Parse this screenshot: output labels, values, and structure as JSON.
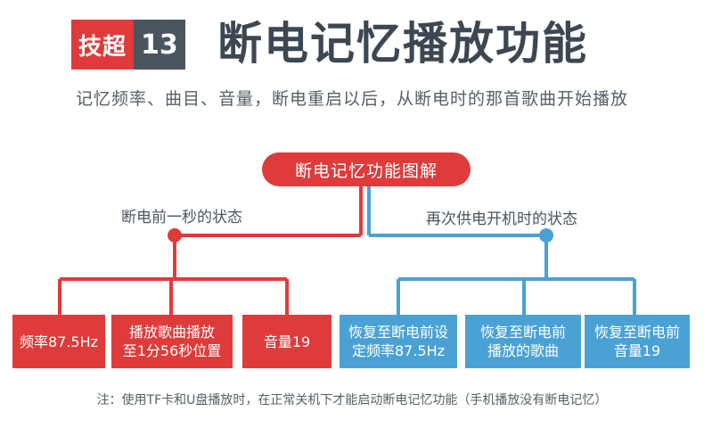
{
  "header": {
    "badge_label": "技超",
    "badge_number": "13",
    "title": "断电记忆播放功能",
    "subtitle": "记忆频率、曲目、音量，断电重启以后，从断电时的那首歌曲开始播放"
  },
  "diagram": {
    "title": "断电记忆功能图解",
    "left_branch_label": "断电前一秒的状态",
    "right_branch_label": "再次供电开机时的状态",
    "left_boxes": [
      {
        "line1": "频率87.5Hz",
        "line2": ""
      },
      {
        "line1": "播放歌曲播放",
        "line2": "至1分56秒位置"
      },
      {
        "line1": "音量19",
        "line2": ""
      }
    ],
    "right_boxes": [
      {
        "line1": "恢复至断电前设",
        "line2": "定频率87.5Hz"
      },
      {
        "line1": "恢复至断电前",
        "line2": "播放的歌曲"
      },
      {
        "line1": "恢复至断电前",
        "line2": "音量19"
      }
    ],
    "colors": {
      "red": "#e03b3b",
      "blue": "#4aa1d4",
      "dark": "#4a5560"
    }
  },
  "footnote": "注：使用TF卡和U盘播放时，在正常关机下才能启动断电记忆功能（手机播放没有断电记忆）"
}
